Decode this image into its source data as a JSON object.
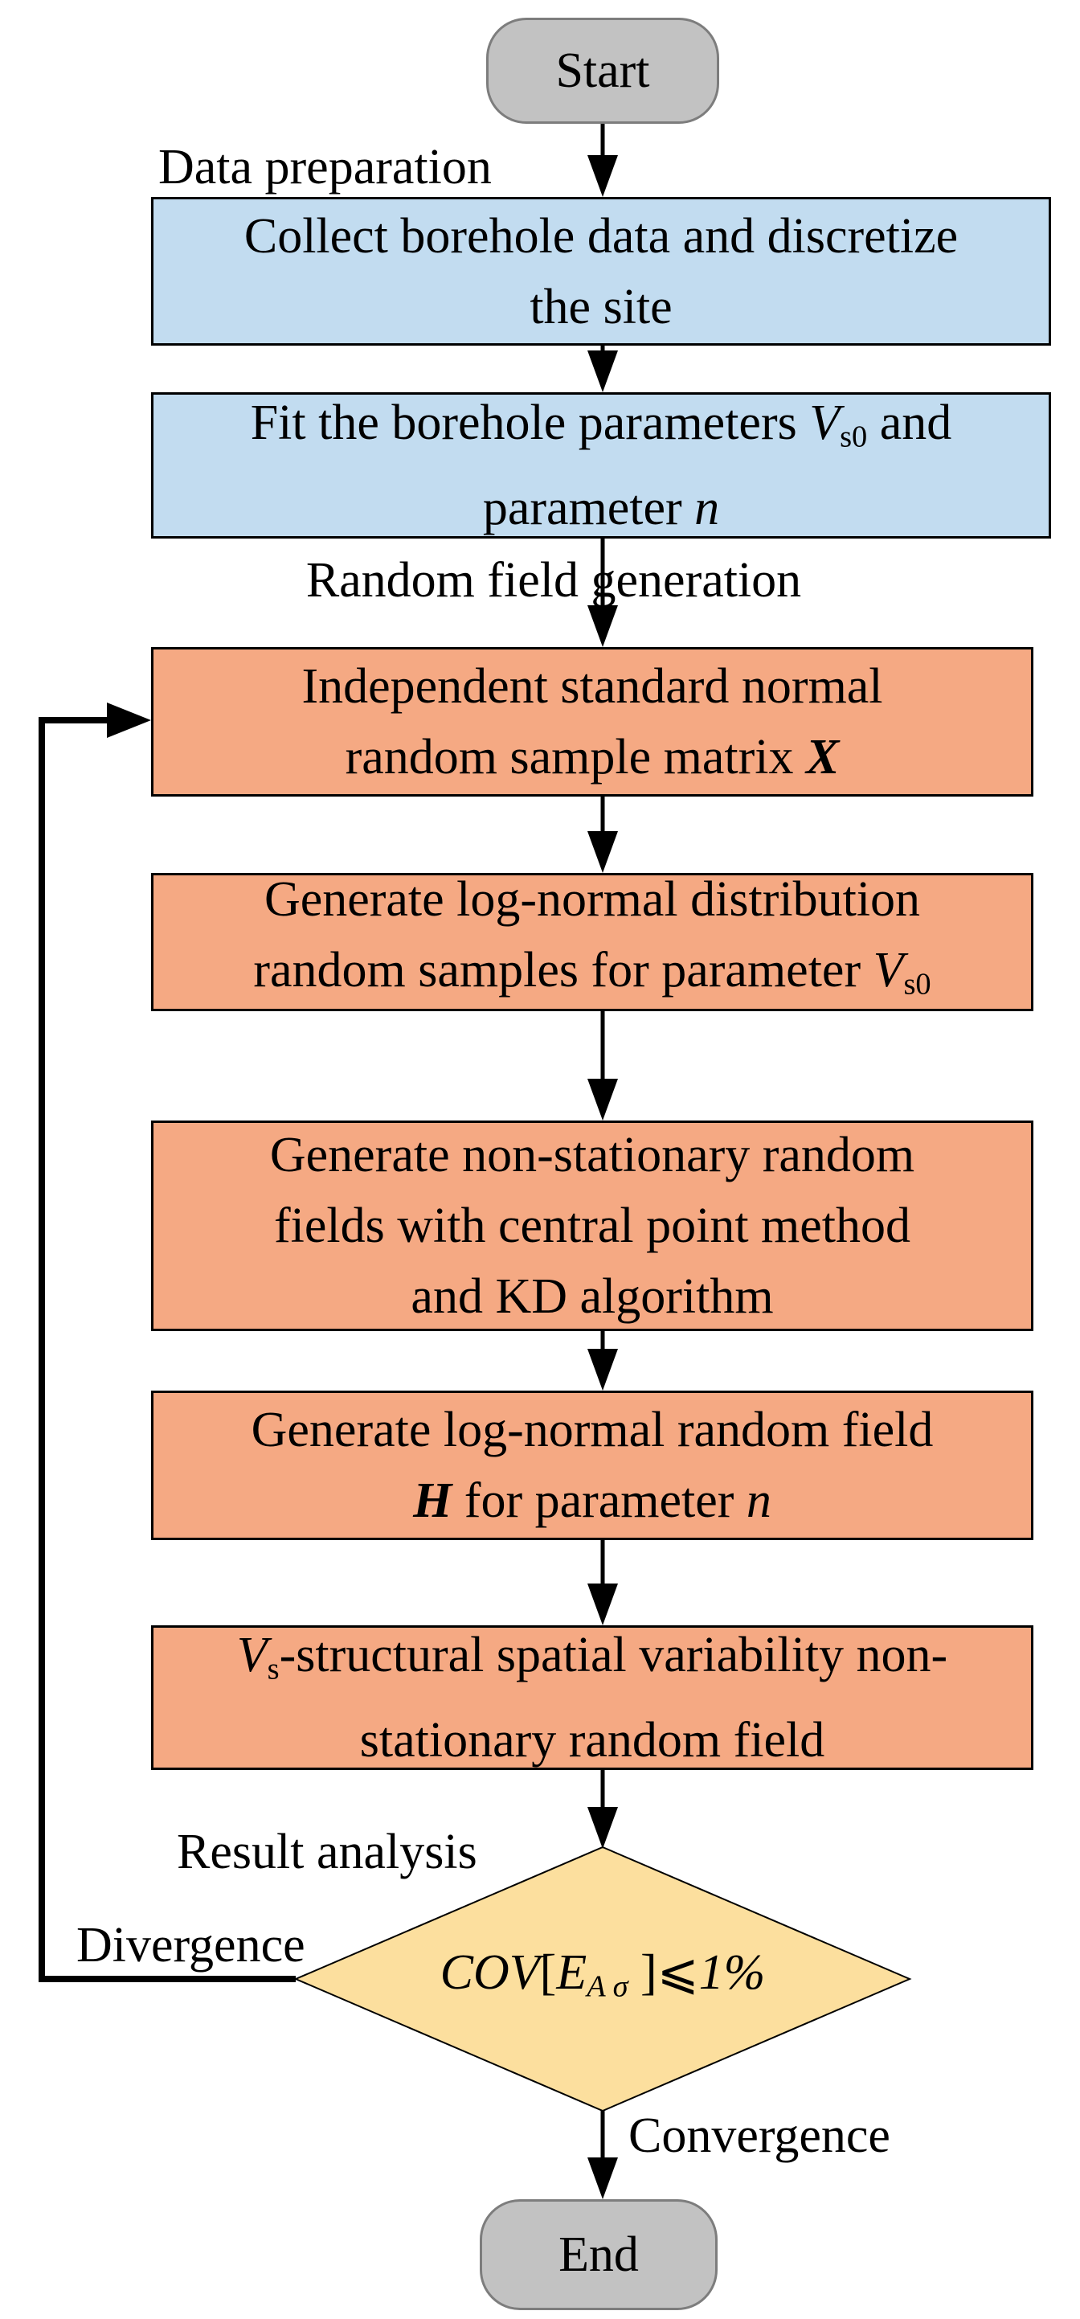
{
  "title": "Random field generation flowchart",
  "colors": {
    "terminal_fill": "#c2c2c2",
    "terminal_border": "#7d7d7d",
    "data_fill": "#c2dcf0",
    "process_fill": "#f5a983",
    "decision_fill": "#fcdf9e",
    "line": "#000000"
  },
  "labels": {
    "data_preparation": "Data preparation",
    "random_field_generation": "Random field generation",
    "result_analysis": "Result analysis",
    "divergence": "Divergence",
    "convergence": "Convergence"
  },
  "nodes": {
    "start": {
      "label": "Start",
      "shape": "terminal"
    },
    "collect": {
      "shape": "process-data",
      "lines": [
        [
          {
            "t": "Collect borehole data and discretize"
          }
        ],
        [
          {
            "t": "the site"
          }
        ]
      ]
    },
    "fit": {
      "shape": "process-data",
      "lines": [
        [
          {
            "t": "Fit the borehole parameters "
          },
          {
            "t": "V",
            "s": "i"
          },
          {
            "t": "s0",
            "s": "sub"
          },
          {
            "t": " and"
          }
        ],
        [
          {
            "t": "parameter "
          },
          {
            "t": "n",
            "s": "i"
          }
        ]
      ]
    },
    "sample_matrix": {
      "shape": "process",
      "lines": [
        [
          {
            "t": "Independent standard normal"
          }
        ],
        [
          {
            "t": "random sample matrix "
          },
          {
            "t": "X",
            "s": "bi"
          }
        ]
      ]
    },
    "lognormal_vs0": {
      "shape": "process",
      "lines": [
        [
          {
            "t": "Generate log-normal distribution"
          }
        ],
        [
          {
            "t": "random samples for parameter "
          },
          {
            "t": "V",
            "s": "i"
          },
          {
            "t": "s0",
            "s": "sub"
          }
        ]
      ]
    },
    "nonstationary_fields": {
      "shape": "process",
      "lines": [
        [
          {
            "t": "Generate non-stationary random"
          }
        ],
        [
          {
            "t": "fields with central point method"
          }
        ],
        [
          {
            "t": "and KD algorithm"
          }
        ]
      ]
    },
    "lognormal_h": {
      "shape": "process",
      "lines": [
        [
          {
            "t": "Generate log-normal random field"
          }
        ],
        [
          {
            "t": "H",
            "s": "bi"
          },
          {
            "t": " for parameter "
          },
          {
            "t": "n",
            "s": "i"
          }
        ]
      ]
    },
    "vs_random_field": {
      "shape": "process",
      "lines": [
        [
          {
            "t": "V",
            "s": "i"
          },
          {
            "t": "s",
            "s": "sub"
          },
          {
            "t": "-structural spatial variability non-"
          }
        ],
        [
          {
            "t": "stationary random field"
          }
        ]
      ]
    },
    "decision": {
      "shape": "decision",
      "lines": [
        [
          {
            "t": "COV",
            "s": "i"
          },
          {
            "t": "["
          },
          {
            "t": "E",
            "s": "i"
          },
          {
            "t": "A σ",
            "s": "subi"
          },
          {
            "t": " ]"
          },
          {
            "t": "⩽",
            "s": "leq"
          },
          {
            "t": "1%",
            "s": "i"
          }
        ]
      ]
    },
    "end": {
      "label": "End",
      "shape": "terminal"
    }
  }
}
